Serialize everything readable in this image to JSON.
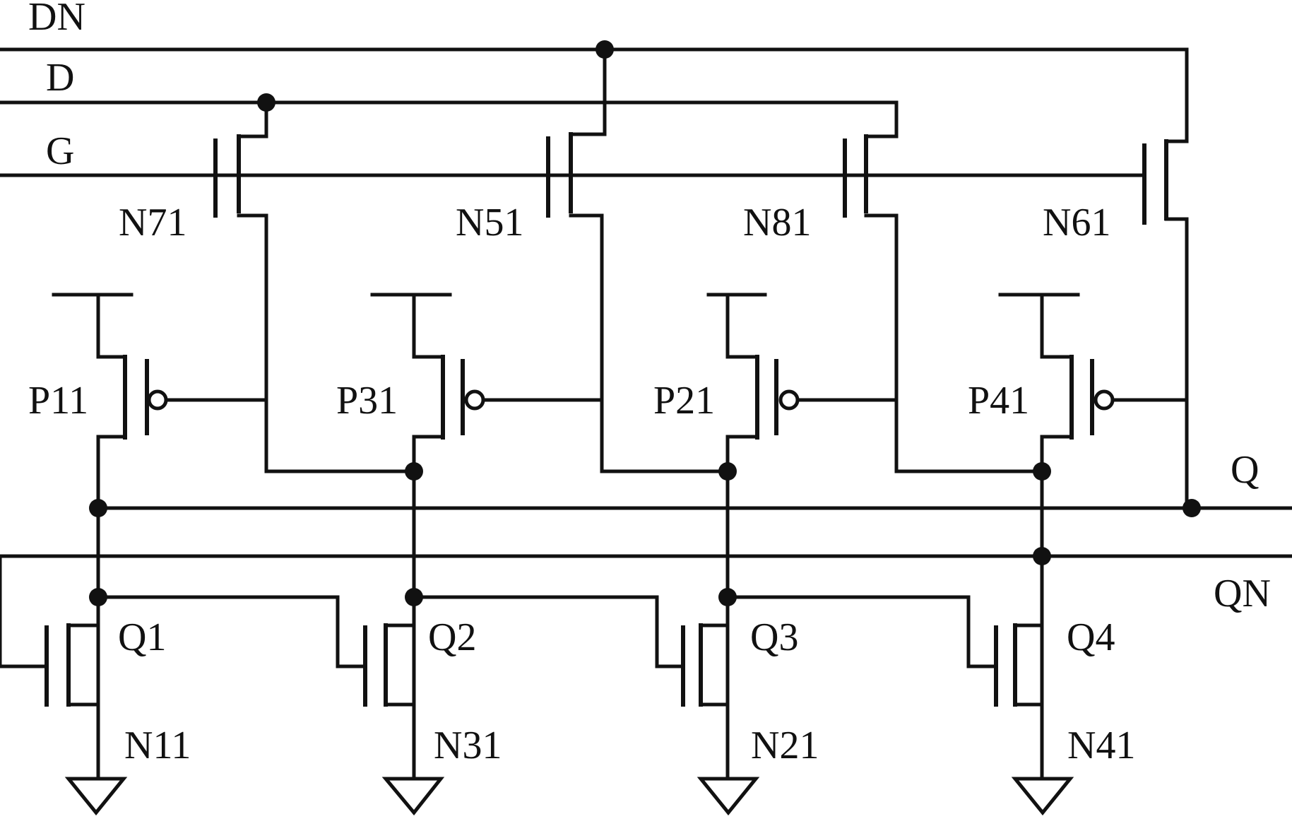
{
  "diagram": {
    "signals": {
      "dn": "DN",
      "d": "D",
      "g": "G",
      "q": "Q",
      "qn": "QN"
    },
    "transistors": {
      "n71": "N71",
      "n51": "N51",
      "n81": "N81",
      "n61": "N61",
      "p11": "P11",
      "p31": "P31",
      "p21": "P21",
      "p41": "P41",
      "n11": "N11",
      "n31": "N31",
      "n21": "N21",
      "n41": "N41"
    },
    "nodes": {
      "q1": "Q1",
      "q2": "Q2",
      "q3": "Q3",
      "q4": "Q4"
    },
    "colors": {
      "stroke": "#111111",
      "background": "#ffffff"
    }
  }
}
